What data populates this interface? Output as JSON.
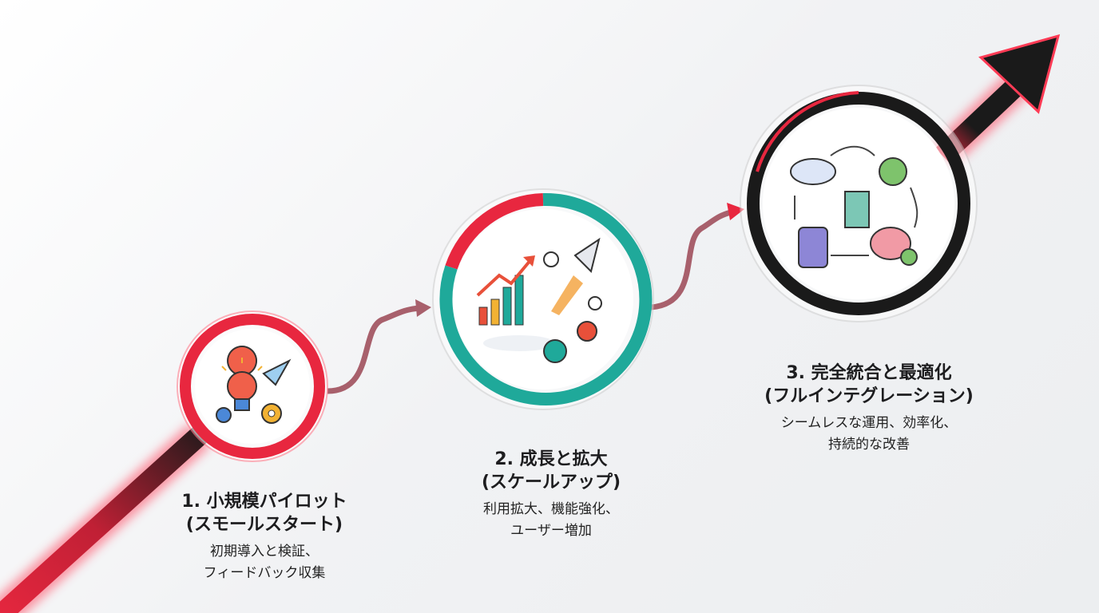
{
  "stages": [
    {
      "title_line1": "1. 小規模パイロット",
      "title_line2": "(スモールスタート)",
      "desc_line1": "初期導入と検証、",
      "desc_line2": "フィードバック収集",
      "icon": "lightbulb-gears-paper-plane-icon"
    },
    {
      "title_line1": "2. 成長と拡大",
      "title_line2": "(スケールアップ)",
      "desc_line1": "利用拡大、機能強化、",
      "desc_line2": "ユーザー増加",
      "icon": "rocket-growth-chart-icon"
    },
    {
      "title_line1": "3. 完全統合と最適化",
      "title_line2": "(フルインテグレーション)",
      "desc_line1": "シームレスな運用、効率化、",
      "desc_line2": "持続的な改善",
      "icon": "cloud-database-brain-integration-icon"
    }
  ],
  "colors": {
    "red": "#e8273f",
    "teal": "#1fa99a",
    "black": "#1a1a1a",
    "connector": "#a8606c"
  }
}
